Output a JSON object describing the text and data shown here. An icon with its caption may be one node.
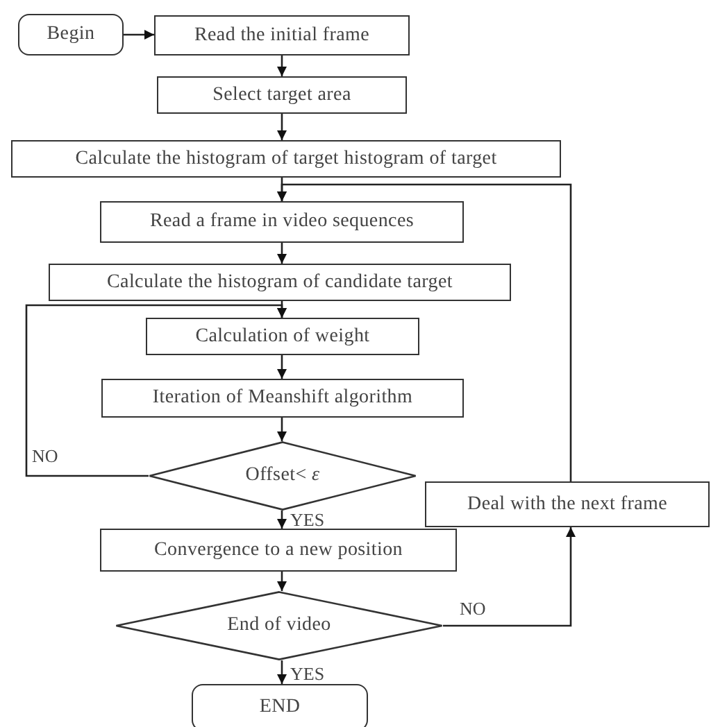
{
  "diagram": {
    "nodes": [
      {
        "text": [
          "Begin"
        ]
      },
      {
        "text": [
          "Read the initial frame"
        ]
      },
      {
        "text": [
          "Select target area"
        ]
      },
      {
        "text": [
          "Calculate the histogram of target histogram of target"
        ]
      },
      {
        "text": [
          "Read a frame in video sequences"
        ]
      },
      {
        "text": [
          "Calculate the histogram of candidate target"
        ]
      },
      {
        "text": [
          "Calculation of weight"
        ]
      },
      {
        "text": [
          "Iteration of Meanshift algorithm"
        ]
      },
      {
        "text": [
          "Offset< *ε*"
        ]
      },
      {
        "text": [
          "Deal with the next frame"
        ]
      },
      {
        "text": [
          "Convergence to a new position"
        ]
      },
      {
        "text": [
          "End of video"
        ]
      },
      {
        "text": [
          "END"
        ]
      }
    ],
    "edges": [
      {
        "from": 0,
        "to": 1,
        "arrow": "to"
      },
      {
        "from": 1,
        "to": 2,
        "arrow": "to"
      },
      {
        "from": 2,
        "to": 3,
        "arrow": "to"
      },
      {
        "from": 3,
        "to": 4,
        "arrow": "to"
      },
      {
        "from": 4,
        "to": 5,
        "arrow": "to"
      },
      {
        "from": 5,
        "to": 6,
        "arrow": "to"
      },
      {
        "from": 6,
        "to": 7,
        "arrow": "to"
      },
      {
        "from": 7,
        "to": 8,
        "arrow": "to"
      },
      {
        "from": 8,
        "to": 6,
        "arrow": "to",
        "label": "NO"
      },
      {
        "from": 8,
        "to": 10,
        "arrow": "to",
        "label": "YES"
      },
      {
        "from": 10,
        "to": 11,
        "arrow": "to"
      },
      {
        "from": 11,
        "to": 12,
        "arrow": "to",
        "label": "YES"
      },
      {
        "from": 11,
        "to": 9,
        "arrow": "to",
        "label": "NO"
      },
      {
        "from": 9,
        "to": 4,
        "arrow": "to"
      }
    ]
  }
}
